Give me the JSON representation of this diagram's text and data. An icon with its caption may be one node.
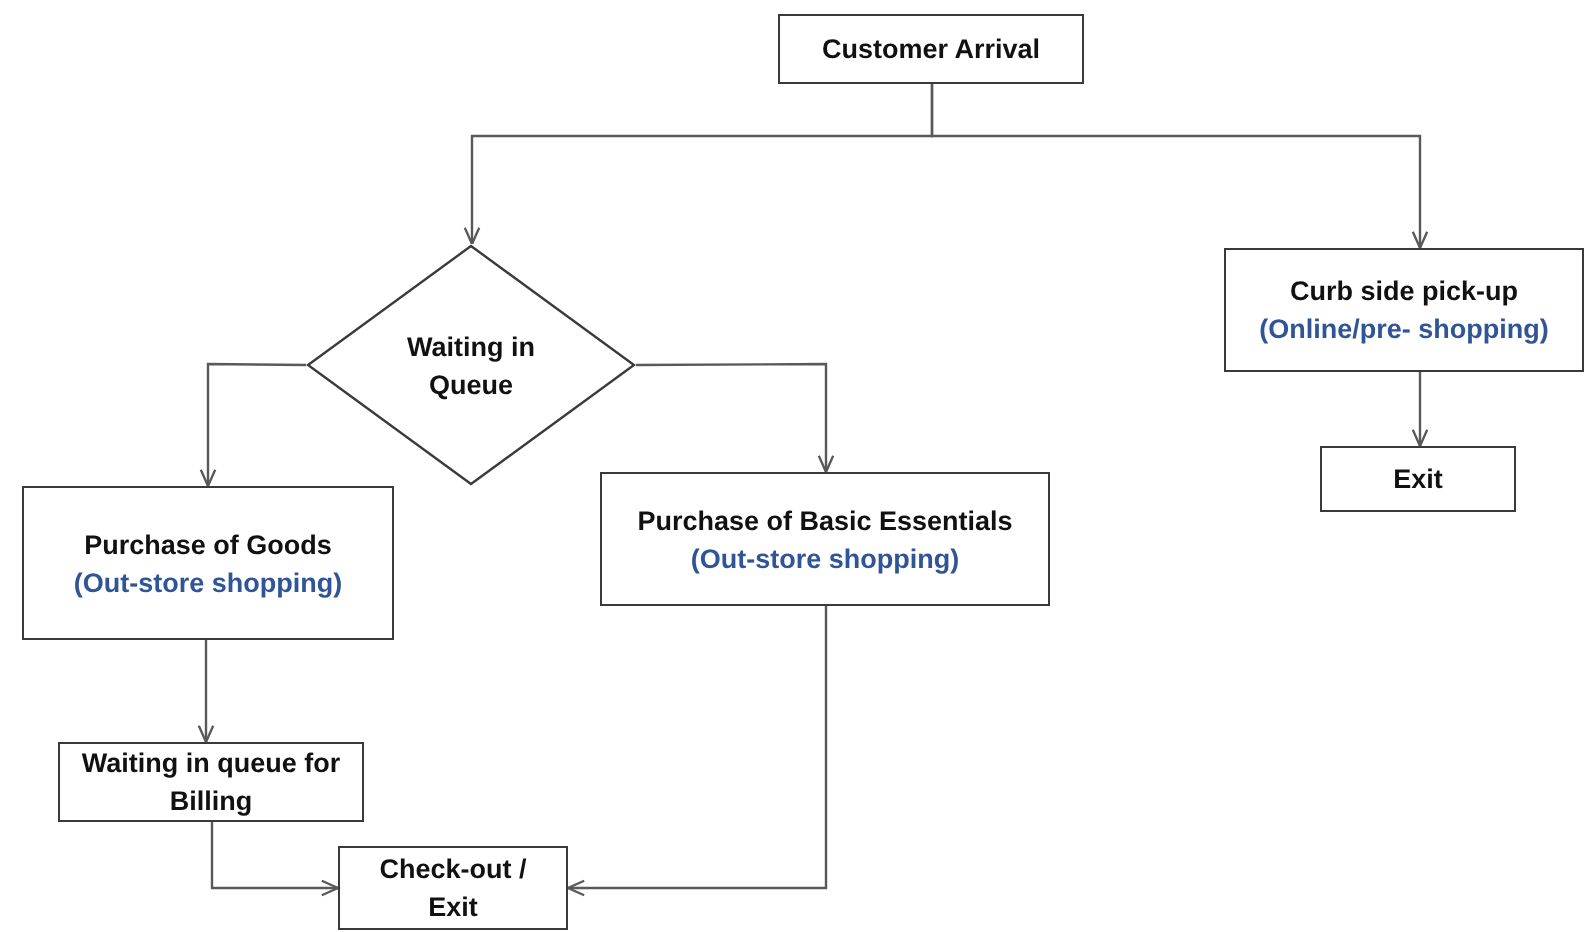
{
  "diagram": {
    "nodes": [
      {
        "text": [
          "Customer Arrival"
        ]
      },
      {
        "text": [
          "Waiting in Queue"
        ]
      },
      {
        "text": [
          "Purchase of Goods",
          "(Out-store shopping)"
        ]
      },
      {
        "text": [
          "Purchase of Basic Essentials",
          "(Out-store shopping)"
        ]
      },
      {
        "text": [
          "Waiting in queue for Billing"
        ]
      },
      {
        "text": [
          "Check-out / Exit"
        ]
      },
      {
        "text": [
          "Curb side pick-up",
          "(Online/pre- shopping)"
        ]
      },
      {
        "text": [
          "Exit"
        ]
      }
    ],
    "edges": [
      {
        "from": 0,
        "to": 1,
        "arrow": "to"
      },
      {
        "from": 0,
        "to": 6,
        "arrow": "to"
      },
      {
        "from": 1,
        "to": 2,
        "arrow": "to"
      },
      {
        "from": 1,
        "to": 3,
        "arrow": "to"
      },
      {
        "from": 2,
        "to": 4,
        "arrow": "to"
      },
      {
        "from": 4,
        "to": 5,
        "arrow": "to"
      },
      {
        "from": 3,
        "to": 5,
        "arrow": "to"
      },
      {
        "from": 6,
        "to": 7,
        "arrow": "to"
      }
    ]
  }
}
